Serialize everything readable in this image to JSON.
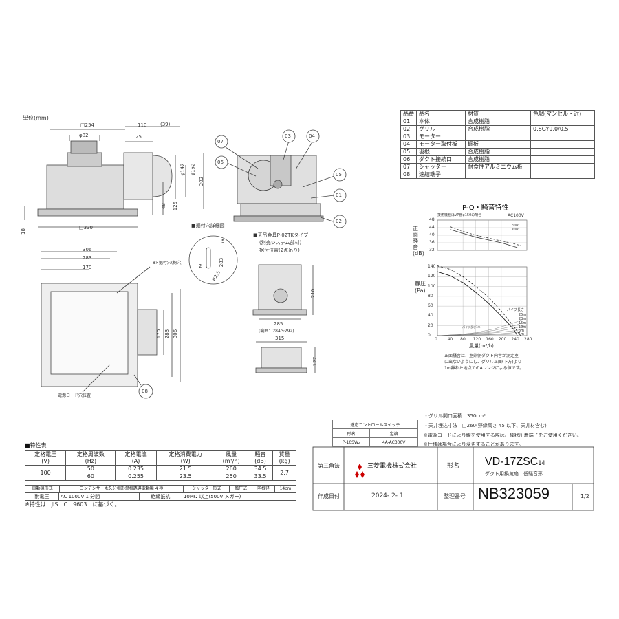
{
  "unit_label": "単位(mm)",
  "front_view": {
    "dims": [
      "□254",
      "φ82",
      "110",
      "(39)",
      "25",
      "φ142",
      "φ152",
      "202",
      "48",
      "125",
      "□330",
      "18"
    ]
  },
  "side_view": {
    "callouts": [
      "07",
      "06",
      "03",
      "04",
      "05",
      "01",
      "02"
    ]
  },
  "plan_view": {
    "dims": [
      "306",
      "283",
      "170",
      "170",
      "283",
      "306"
    ],
    "hole_note": "8×据付穴(掬穴)",
    "cord_note": "電源コード穴位置",
    "callout": "08"
  },
  "hole_detail": {
    "title": "■据付穴詳細図",
    "dims": [
      "5",
      "283",
      "2",
      "R2.5"
    ]
  },
  "ceiling_bracket": {
    "title": "■天吊金具P-02TKタイプ",
    "sub1": "(別売システム部材)",
    "sub2": "据付位置(2点吊り)",
    "dims": [
      "210",
      "285",
      "(範囲：284〜292)",
      "315",
      "127"
    ]
  },
  "parts_table": {
    "headers": [
      "品番",
      "品名",
      "材質",
      "色調(マンセル・近)"
    ],
    "rows": [
      [
        "01",
        "本体",
        "合成樹脂",
        ""
      ],
      [
        "02",
        "グリル",
        "合成樹脂",
        "0.8GY9.0/0.5"
      ],
      [
        "03",
        "モーター",
        "",
        ""
      ],
      [
        "04",
        "モーター取付板",
        "鋼板",
        ""
      ],
      [
        "05",
        "羽根",
        "合成樹脂",
        ""
      ],
      [
        "06",
        "ダクト接続口",
        "合成樹脂",
        ""
      ],
      [
        "07",
        "シャッター",
        "耐食性アルミニウム板",
        ""
      ],
      [
        "08",
        "速結端子",
        "",
        ""
      ]
    ]
  },
  "chart_data": {
    "type": "line",
    "title": "P-Q・騒音特性",
    "subtitle": "技術機種はVP管φ150の場合",
    "supply": "AC100V",
    "noise_axis": {
      "label": "正面騒音(dB)",
      "ticks": [
        32,
        36,
        40,
        44,
        48
      ],
      "ylim": [
        32,
        48
      ]
    },
    "pressure_axis": {
      "label": "静圧(Pa)",
      "ticks": [
        0,
        20,
        40,
        60,
        80,
        100,
        120,
        140
      ],
      "ylim": [
        0,
        140
      ]
    },
    "x_axis": {
      "label": "風量(m³/h)",
      "ticks": [
        0,
        40,
        80,
        120,
        160,
        200,
        240,
        280
      ],
      "xlim": [
        0,
        280
      ]
    },
    "legend": [
      "50Hz",
      "60Hz"
    ],
    "curve_labels": [
      "パイプ長さ",
      "25m",
      "20m",
      "15m",
      "10m",
      "5m",
      "1m",
      "パイプ長さ1m"
    ],
    "noise_series": [
      {
        "name": "50Hz",
        "x": [
          40,
          80,
          120,
          160,
          200,
          240,
          260
        ],
        "y": [
          44.5,
          42,
          40,
          38.5,
          37,
          35.5,
          34.5
        ]
      },
      {
        "name": "60Hz",
        "x": [
          40,
          80,
          120,
          160,
          200,
          240,
          250
        ],
        "y": [
          43,
          41,
          39,
          37.5,
          36,
          34,
          33.5
        ]
      }
    ],
    "pq_series": [
      {
        "name": "50Hz",
        "x": [
          0,
          40,
          80,
          120,
          160,
          200,
          240,
          260
        ],
        "y": [
          142,
          135,
          120,
          100,
          78,
          50,
          18,
          0
        ]
      },
      {
        "name": "60Hz",
        "x": [
          0,
          40,
          80,
          120,
          160,
          200,
          240,
          250
        ],
        "y": [
          130,
          122,
          108,
          88,
          66,
          40,
          12,
          0
        ]
      }
    ],
    "pipe_series": [
      {
        "x": [
          0,
          60,
          120,
          180,
          240,
          270
        ],
        "y": [
          0,
          2,
          6,
          14,
          26,
          34
        ]
      },
      {
        "x": [
          0,
          60,
          120,
          180,
          240,
          270
        ],
        "y": [
          0,
          2,
          5,
          11,
          20,
          27
        ]
      },
      {
        "x": [
          0,
          60,
          120,
          180,
          240,
          270
        ],
        "y": [
          0,
          1,
          4,
          8,
          15,
          20
        ]
      },
      {
        "x": [
          0,
          60,
          120,
          180,
          240,
          270
        ],
        "y": [
          0,
          1,
          3,
          6,
          10,
          13
        ]
      },
      {
        "x": [
          0,
          60,
          120,
          180,
          240,
          270
        ],
        "y": [
          0,
          1,
          2,
          3,
          6,
          8
        ]
      },
      {
        "x": [
          0,
          60,
          120,
          180,
          240,
          270
        ],
        "y": [
          0,
          0,
          1,
          2,
          3,
          4
        ]
      }
    ],
    "note": [
      "正面騒音は、室外側ダクト内音が測定室",
      "に出ないようにし、グリル正面(下方)より",
      "1m離れた地点でのAレンジによる値です。"
    ]
  },
  "notes": [
    "・グリル開口面積　350cm²",
    "・天井埋込寸法　□260(野縁高さ 45 以下、天井材含む)",
    "※電源コードにより線を使用する際は、棒状圧着端子をご使用ください。",
    "※仕様は場合により変更することがあります。"
  ],
  "control_switch": {
    "title": "適応コントロールスイッチ",
    "headers": [
      "形名",
      "定格"
    ],
    "row": [
      "P-10SW₂",
      "4A-AC300V"
    ]
  },
  "spec_table": {
    "title": "■特性表",
    "headers": [
      "定格電圧\n(V)",
      "定格周波数\n(Hz)",
      "定格電流\n(A)",
      "定格消費電力\n(W)",
      "風量\n(m³/h)",
      "騒音\n(dB)",
      "質量\n(kg)"
    ],
    "voltage": "100",
    "rows": [
      [
        "50",
        "0.235",
        "21.5",
        "260",
        "34.5"
      ],
      [
        "60",
        "0.255",
        "23.5",
        "250",
        "33.5"
      ]
    ],
    "mass": "2.7",
    "motor_label": "電動機形式",
    "motor_value": "コンデンサー永久分相形単相誘導電動機 4 極",
    "shutter_label": "シャッター形式",
    "fan_label": "風圧式",
    "blade_label": "羽根径",
    "blade_value": "14cm",
    "withstand_label": "耐電圧",
    "withstand_value": "AC 1000V 1 分間",
    "insulation_label": "絶縁抵抗",
    "insulation_value": "10MΩ 以上(500V メガー)",
    "footnote": "※特性は　JIS　C　9603　に基づく。"
  },
  "title_block": {
    "projection": "第三角法",
    "company": "三菱電機株式会社",
    "model_label": "形名",
    "model": "VD-17ZSC",
    "model_suffix": "14",
    "description": "ダクト用換気扇　低騒音形",
    "date_label": "作成日付",
    "date": "2024- 2- 1",
    "number_label": "整理番号",
    "number": "NB323059",
    "page": "1/2"
  }
}
